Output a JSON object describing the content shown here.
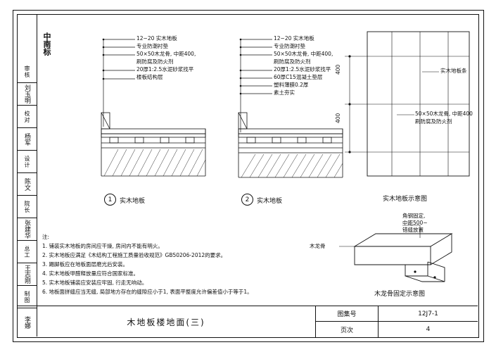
{
  "sheet": {
    "brand": "中南标",
    "left_column": [
      {
        "type": "label",
        "text": "审核"
      },
      {
        "type": "sig",
        "text": "刘玉明"
      },
      {
        "type": "label",
        "text": "校对"
      },
      {
        "type": "sig",
        "text": "杨军"
      },
      {
        "type": "label",
        "text": "设计"
      },
      {
        "type": "sig",
        "text": "陈文"
      },
      {
        "type": "label",
        "text": "院长"
      },
      {
        "type": "sig",
        "text": "张建华"
      },
      {
        "type": "label",
        "text": "总工"
      },
      {
        "type": "sig",
        "text": "王志刚"
      },
      {
        "type": "label",
        "text": "制图"
      },
      {
        "type": "sig",
        "text": "李娜"
      }
    ]
  },
  "detail1": {
    "number": "1",
    "caption": "实木地板",
    "leaders": [
      "12~20 实木地板",
      "专业防潮衬垫",
      "50×50木龙骨, 中距400,",
      "刷防腐及防火剂",
      "20厚1:2.5水泥砂浆找平",
      "楼板结构层"
    ]
  },
  "detail2": {
    "number": "2",
    "caption": "实木地板",
    "leaders": [
      "12~20 实木地板",
      "专业防潮衬垫",
      "50×50木龙骨, 中距400,",
      "刷防腐及防火剂",
      "20厚1:2.5水泥砂浆找平",
      "60厚C15混凝土垫层",
      "塑料薄膜0.2厚",
      "素土夯实"
    ]
  },
  "detail3": {
    "caption": "实木地板示意图",
    "board_label": "实木地板条",
    "joist_label": "50×50木龙骨, 中距400",
    "joist_label2": "刷防腐及防火剂",
    "dim_top": "400",
    "dim_bottom": "400"
  },
  "detail4": {
    "caption": "木龙骨固定示意图",
    "anchor_label": "角钢固定,",
    "anchor_label2": "中距500~",
    "anchor_label3": "错缝放置",
    "joist_label": "木龙骨"
  },
  "notes": {
    "title": "注:",
    "items": [
      "1. 铺装实木地板的房间应干燥, 房间内不能有明火。",
      "2. 实木地板应满足《木结构工程施工质量验收规范》GB50206-2012的要求。",
      "3. 踢脚板应在地板面层磨光后安装。",
      "4. 实木地板甲醛释放量应符合国家标准。",
      "5. 实木地板铺装应安装应牢固, 行走无响动。",
      "6. 地板面拼缝应当无缝, 局部地方存在的缝隙应小于1, 表面平整度允许偏差值小于等于1。"
    ]
  },
  "title_block": {
    "drawing_name": "木地板楼地面(三)",
    "atlas_label": "图集号",
    "atlas_value": "12J7-1",
    "page_label": "页次",
    "page_value": "4"
  }
}
